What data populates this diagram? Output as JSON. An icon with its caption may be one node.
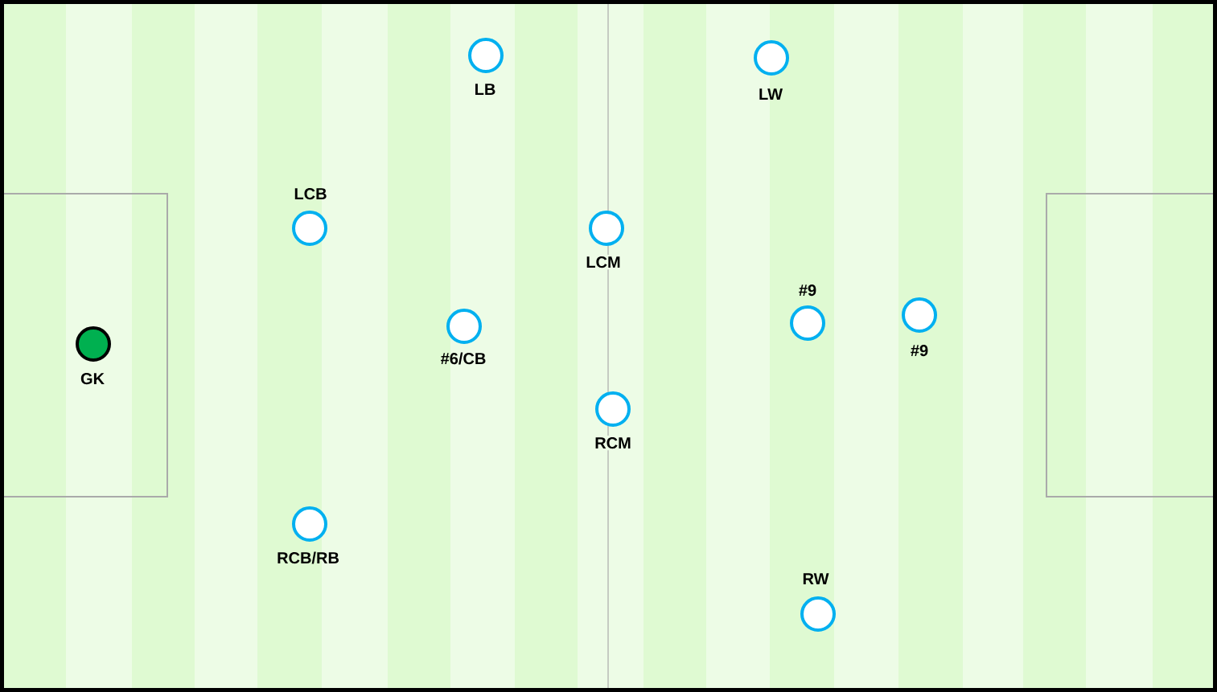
{
  "diagram": {
    "nodes": [
      {
        "text": [
          "LB"
        ]
      },
      {
        "text": [
          "LW"
        ]
      },
      {
        "text": [
          "LCB"
        ]
      },
      {
        "text": [
          "LCM"
        ]
      },
      {
        "text": [
          "#9"
        ]
      },
      {
        "text": [
          "#9"
        ]
      },
      {
        "text": [
          "#6/CB"
        ]
      },
      {
        "text": [
          "GK"
        ]
      },
      {
        "text": [
          "RCM"
        ]
      },
      {
        "text": [
          "RCB/RB"
        ]
      },
      {
        "text": [
          "RW"
        ]
      }
    ]
  }
}
